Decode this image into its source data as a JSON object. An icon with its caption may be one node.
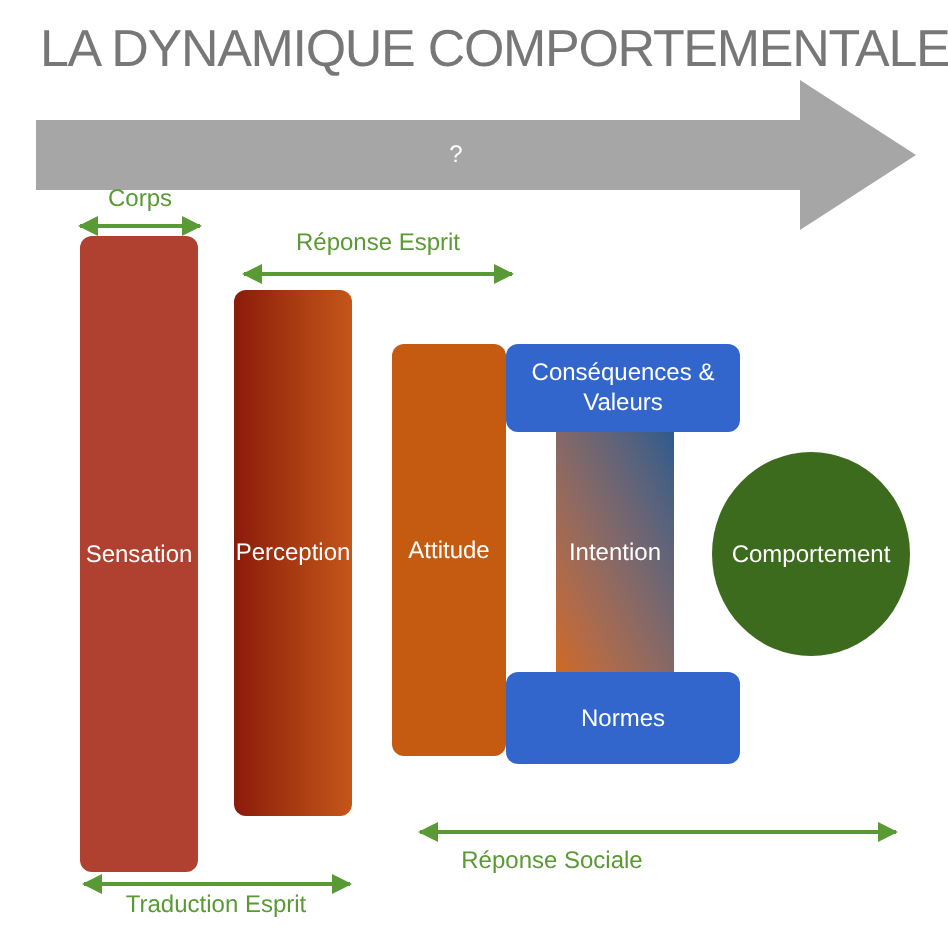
{
  "diagram": {
    "title": "LA DYNAMIQUE COMPORTEMENTALE",
    "nodes": [
      {
        "text": [
          "?"
        ]
      },
      {
        "text": [
          "Sensation"
        ]
      },
      {
        "text": [
          "Perception"
        ]
      },
      {
        "text": [
          "Attitude"
        ]
      },
      {
        "text": [
          "Conséquences & Valeurs"
        ]
      },
      {
        "text": [
          "Intention"
        ]
      },
      {
        "text": [
          "Normes"
        ]
      },
      {
        "text": [
          "Comportement"
        ]
      }
    ],
    "labels": [
      "Corps",
      "Réponse Esprit",
      "Réponse Sociale",
      "Traduction Esprit"
    ]
  }
}
